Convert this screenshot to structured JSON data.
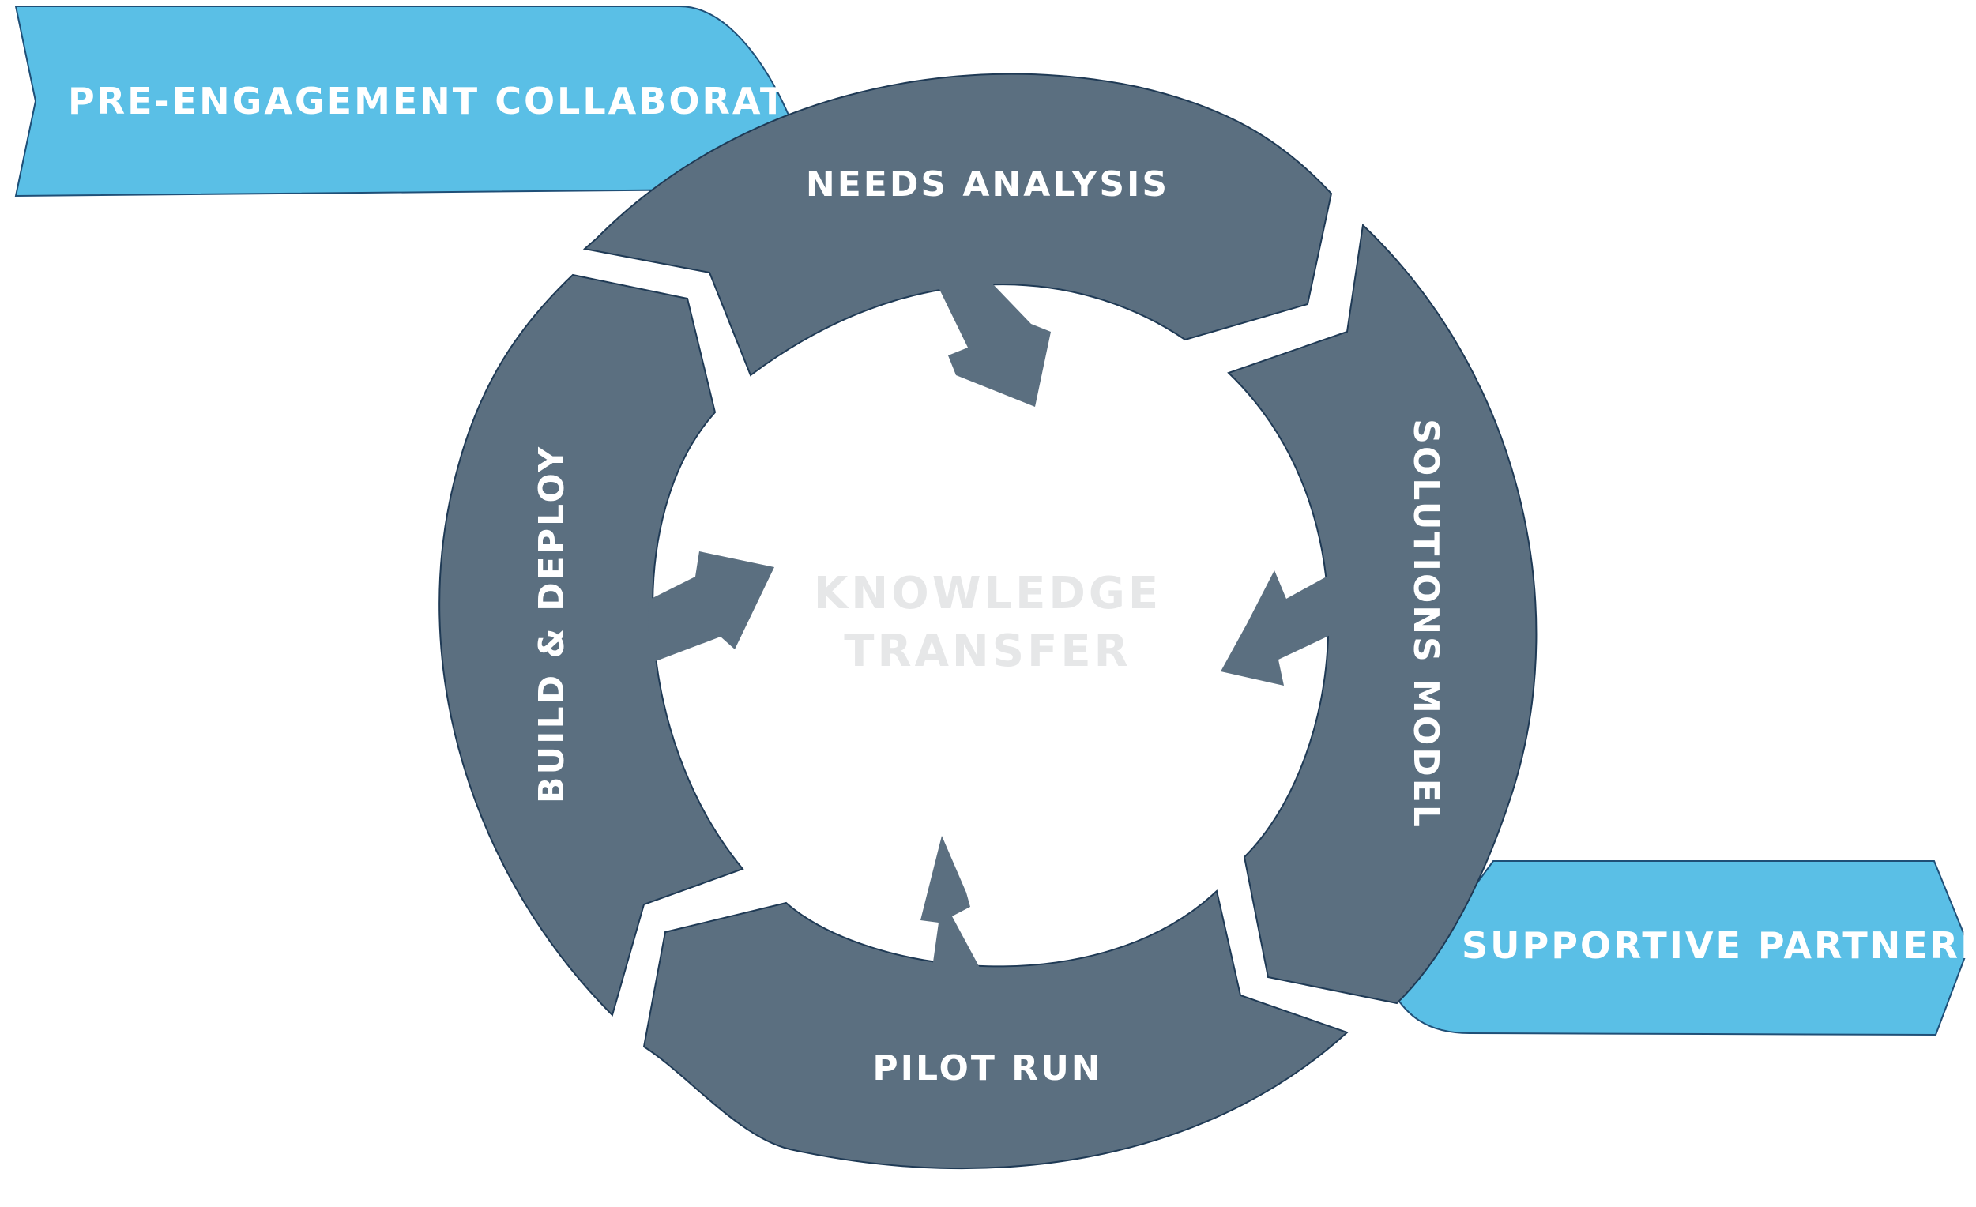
{
  "ribbons": {
    "top": "PRE-ENGAGEMENT COLLABORATION",
    "bottom": "SUPPORTIVE PARTNERING"
  },
  "segments": {
    "top": "NEEDS ANALYSIS",
    "right": "SOLUTIONS MODEL",
    "bottom": "PILOT RUN",
    "left": "BUILD & DEPLOY"
  },
  "center": {
    "line1": "KNOWLEDGE",
    "line2": "TRANSFER"
  },
  "colors": {
    "segment": "#5b6f80",
    "segment_stroke": "#1f3a55",
    "ribbon": "#5abfe6",
    "center_text": "#e6e7e8"
  }
}
